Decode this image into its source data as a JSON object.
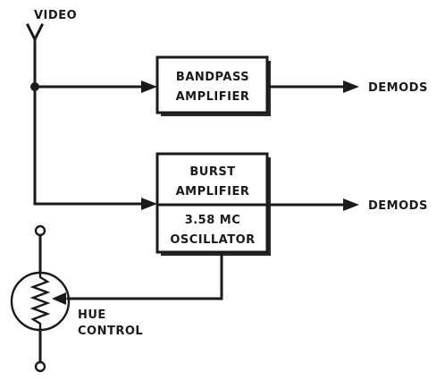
{
  "input": {
    "label": "VIDEO"
  },
  "blocks": {
    "bandpass": {
      "line1": "BANDPASS",
      "line2": "AMPLIFIER"
    },
    "burst": {
      "line1": "BURST",
      "line2": "AMPLIFIER"
    },
    "oscillator": {
      "line1": "3.58 MC",
      "line2": "OSCILLATOR"
    }
  },
  "outputs": {
    "top": "DEMODS",
    "bottom": "DEMODS"
  },
  "control": {
    "line1": "HUE",
    "line2": "CONTROL"
  }
}
